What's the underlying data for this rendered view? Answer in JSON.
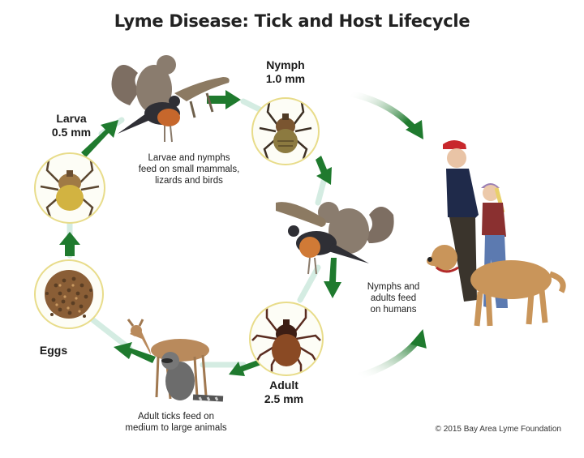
{
  "title": "Lyme Disease: Tick and Host Lifecycle",
  "stages": {
    "larva": {
      "name": "Larva",
      "size": "0.5 mm"
    },
    "nymph": {
      "name": "Nymph",
      "size": "1.0 mm"
    },
    "adult": {
      "name": "Adult",
      "size": "2.5 mm"
    },
    "eggs": {
      "name": "Eggs"
    }
  },
  "notes": {
    "small_hosts": [
      "Larvae and nymphs",
      "feed on small mammals,",
      "lizards and birds"
    ],
    "humans": [
      "Nymphs and",
      "adults feed",
      "on humans"
    ],
    "large_hosts": [
      "Adult ticks feed on",
      "medium to large animals"
    ]
  },
  "copyright": "© 2015 Bay Area Lyme Foundation",
  "colors": {
    "arrow_green": "#1f7a2e",
    "circle_border": "#e8dc8a",
    "trail": "#cfe8dc"
  },
  "icons": {
    "larva": "tick-larva-icon",
    "nymph": "tick-nymph-icon",
    "adult": "tick-adult-icon",
    "eggs": "tick-eggs-icon",
    "small_hosts_1": "squirrel-bird-lizard-icon",
    "small_hosts_2": "squirrel-bird-lizard-icon",
    "large_hosts": "deer-raccoon-icon",
    "humans": "people-dog-icon"
  }
}
